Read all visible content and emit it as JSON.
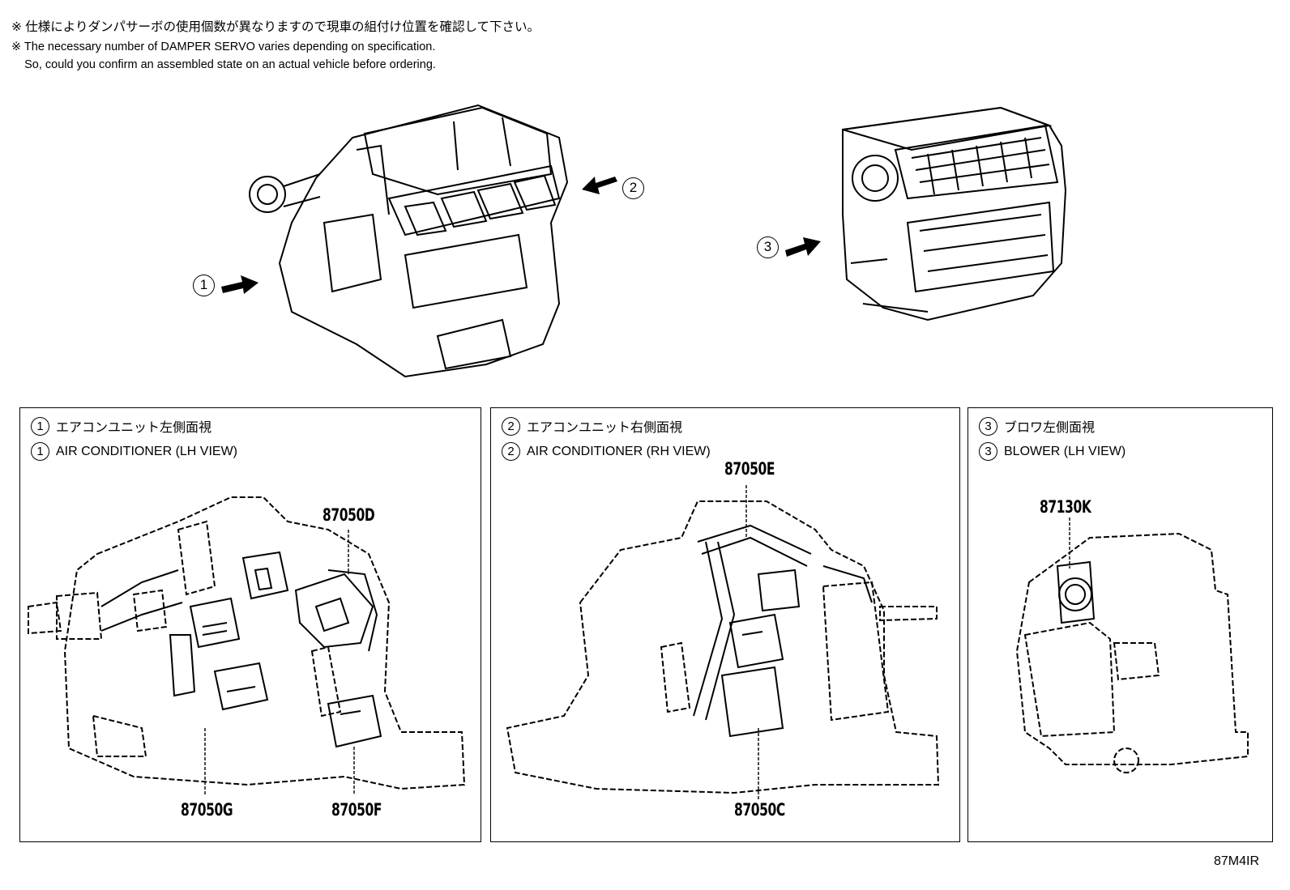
{
  "notes": {
    "jp": "※ 仕様によりダンパサーボの使用個数が異なりますので現車の組付け位置を確認して下さい。",
    "en1": "※ The necessary number of DAMPER SERVO varies depending on specification.",
    "en2": "    So, could you confirm an assembled state on an actual vehicle before ordering."
  },
  "overview_callouts": [
    {
      "num": "1"
    },
    {
      "num": "2"
    },
    {
      "num": "3"
    }
  ],
  "panels": [
    {
      "num": "1",
      "title_jp": "エアコンユニット左側面視",
      "title_en": "AIR CONDITIONER (LH VIEW)",
      "parts": [
        "87050D",
        "87050G",
        "87050F"
      ]
    },
    {
      "num": "2",
      "title_jp": "エアコンユニット右側面視",
      "title_en": "AIR CONDITIONER (RH VIEW)",
      "parts": [
        "87050E",
        "87050C"
      ]
    },
    {
      "num": "3",
      "title_jp": "ブロワ左側面視",
      "title_en": "BLOWER (LH VIEW)",
      "parts": [
        "87130K"
      ]
    }
  ],
  "diagram_code": "87M4IR"
}
